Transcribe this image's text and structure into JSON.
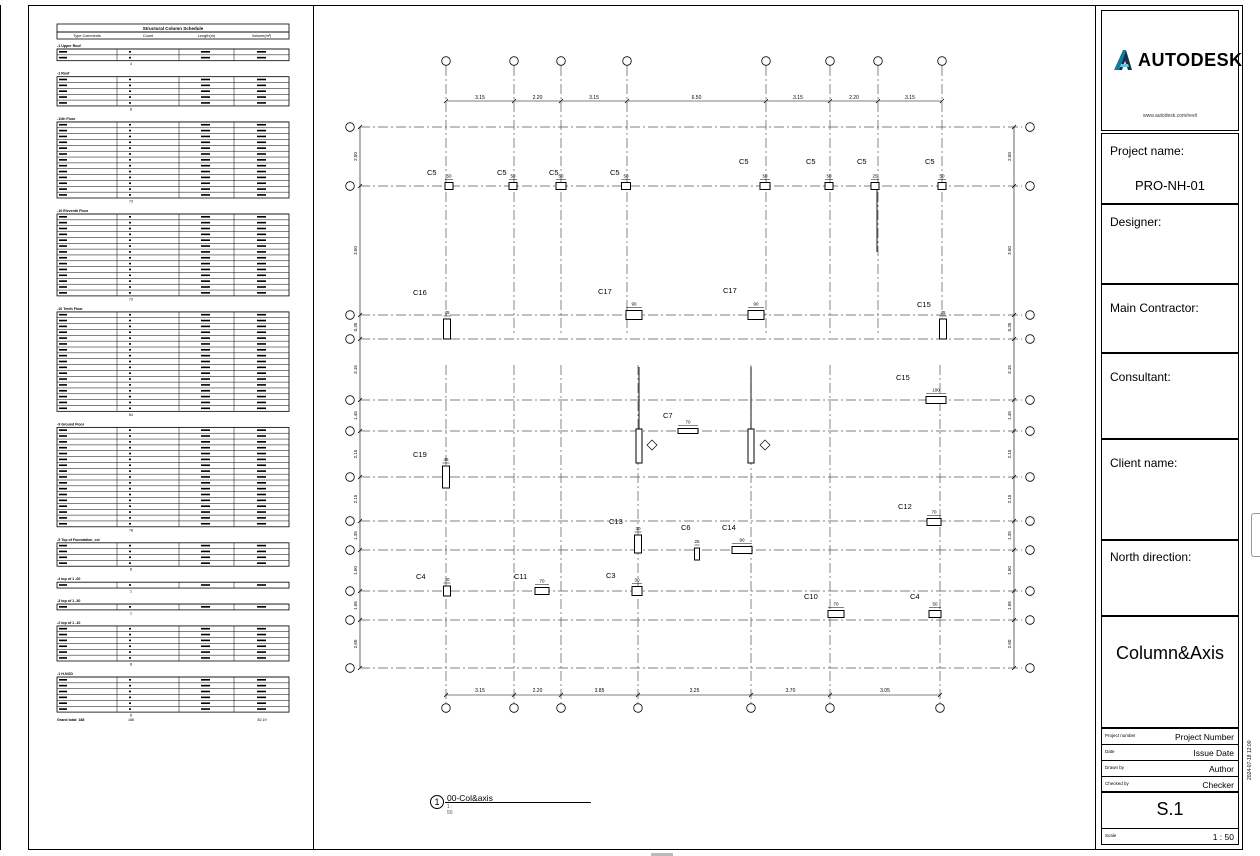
{
  "title_block": {
    "logo_text": "AUTODESK",
    "url": "www.autodesk.com/revit",
    "project_name_label": "Project name:",
    "project_name": "PRO-NH-01",
    "designer_label": "Designer:",
    "main_contractor_label": "Main Contractor:",
    "consultant_label": "Consultant:",
    "client_name_label": "Client name:",
    "north_direction_label": "North direction:",
    "sheet_title": "Column&Axis",
    "rows": [
      {
        "key": "Project number",
        "value": "Project Number"
      },
      {
        "key": "Date",
        "value": "Issue Date"
      },
      {
        "key": "Drawn by",
        "value": "Author"
      },
      {
        "key": "Checked by",
        "value": "Checker"
      }
    ],
    "sheet_number": "S.1",
    "scale_label": "Scale",
    "scale_value": "1 : 50",
    "side_text": "2024-07-18 12:00"
  },
  "view": {
    "number": "1",
    "name": "00-Col&axis",
    "scale": "1 : 50"
  },
  "schedule": {
    "title": "Structural Column Schedule",
    "headers": [
      "Type Comments",
      "Count",
      "Length(m)",
      "Volume(m³)"
    ],
    "groups": [
      {
        "name": "-1 Upper Roof",
        "rows": 2,
        "total": "4"
      },
      {
        "name": "-1 Roof",
        "rows": 5,
        "total": "8"
      },
      {
        "name": "-11th Floor",
        "rows": 13,
        "total": "73"
      },
      {
        "name": "-10 Eleventh Floor",
        "rows": 14,
        "total": "73"
      },
      {
        "name": "-10 Tenth Floor",
        "rows": 17,
        "total": "84"
      },
      {
        "name": "-9 Ground Floor",
        "rows": 17,
        "total": "78"
      },
      {
        "name": "-5 Top of Foundation_col",
        "rows": 4,
        "total": "8"
      },
      {
        "name": "-4 top of 1 -60",
        "rows": 1,
        "total": "1"
      },
      {
        "name": "-3 top of 1 -30",
        "rows": 1,
        "total": "1"
      },
      {
        "name": "-2 top of 1 -10",
        "rows": 6,
        "total": "8"
      },
      {
        "name": "-1 H-NOD",
        "rows": 6,
        "total": "8"
      }
    ],
    "grand_total_label": "Grand total: 188",
    "grand_count": "188",
    "grand_volume": "82.19"
  },
  "plan": {
    "top_dims": [
      "3.15",
      "2.20",
      "3.15",
      "6.50",
      "3.15",
      "2.20",
      "3.15"
    ],
    "bottom_dims": [
      "3.15",
      "2.20",
      "3.85",
      "3.25",
      "3.70",
      "3.05"
    ],
    "left_dims": [
      "2.50",
      "3.50",
      "0.35",
      "3.15",
      "1.45",
      "2.15",
      "2.15",
      "1.35",
      "1.50",
      "1.05",
      "2.60"
    ],
    "right_dims": [
      "2.50",
      "3.50",
      "0.35",
      "3.15",
      "1.45",
      "2.15",
      "2.15",
      "1.35",
      "1.50",
      "1.05",
      "2.60"
    ],
    "columns": [
      {
        "label": "C5",
        "size": "50"
      },
      {
        "label": "C5",
        "size": "50"
      },
      {
        "label": "C5",
        "size": "50"
      },
      {
        "label": "C5",
        "size": "50"
      },
      {
        "label": "C5",
        "size": "50"
      },
      {
        "label": "C5",
        "size": "50"
      },
      {
        "label": "C5",
        "size": "25"
      },
      {
        "label": "C5",
        "size": "50"
      },
      {
        "label": "C16",
        "size": "45"
      },
      {
        "label": "C17",
        "size": "90"
      },
      {
        "label": "C17",
        "size": "90"
      },
      {
        "label": "C15",
        "size": "45"
      },
      {
        "label": "C15",
        "size": "100"
      },
      {
        "label": "C7",
        "size": "70"
      },
      {
        "label": "C19",
        "size": "45"
      },
      {
        "label": "C12",
        "size": "70"
      },
      {
        "label": "C13",
        "size": "30"
      },
      {
        "label": "C6",
        "size": "25"
      },
      {
        "label": "C14",
        "size": "90"
      },
      {
        "label": "C4",
        "size": "30"
      },
      {
        "label": "C11",
        "size": "70"
      },
      {
        "label": "C3",
        "size": "30"
      },
      {
        "label": "C10",
        "size": "70"
      },
      {
        "label": "C4",
        "size": "50"
      }
    ]
  }
}
